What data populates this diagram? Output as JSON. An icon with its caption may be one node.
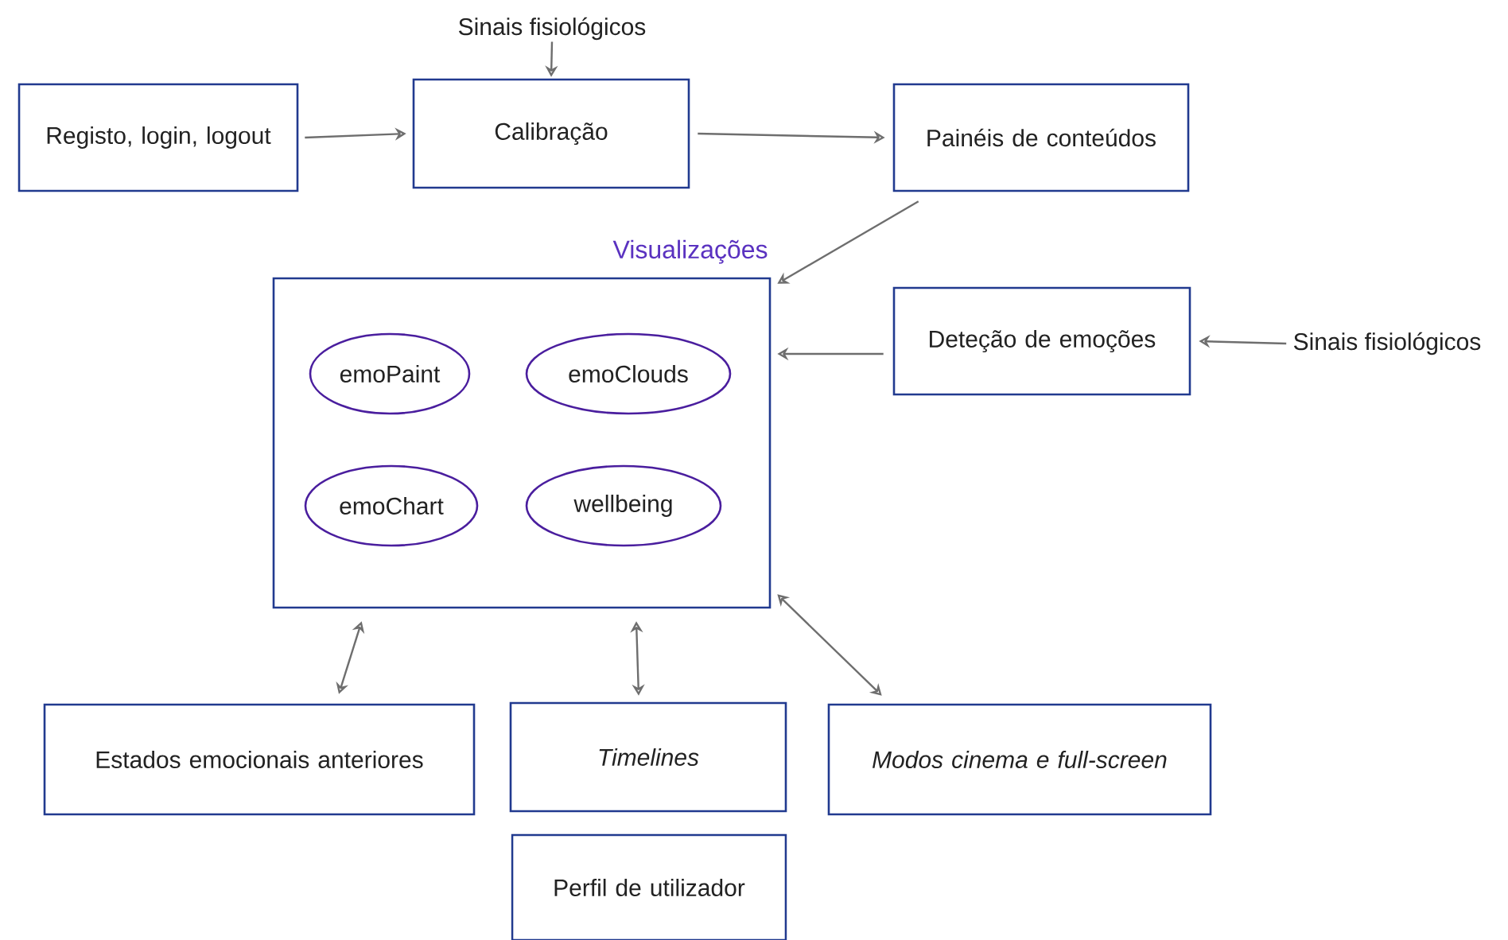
{
  "diagram": {
    "nodes": [
      {
        "text": [
          "Registo, login, logout"
        ]
      },
      {
        "text": [
          "Calibração"
        ]
      },
      {
        "text": [
          "Painéis de conteúdos"
        ]
      },
      {
        "text": [
          "Visualizações"
        ]
      },
      {
        "text": [
          "emoPaint"
        ],
        "in": 3
      },
      {
        "text": [
          "emoClouds"
        ],
        "in": 3
      },
      {
        "text": [
          "emoChart"
        ],
        "in": 3
      },
      {
        "text": [
          "wellbeing"
        ],
        "in": 3
      },
      {
        "text": [
          "Deteção de emoções"
        ]
      },
      {
        "text": [
          "Sinais fisiológicos"
        ]
      },
      {
        "text": [
          "Sinais fisiológicos"
        ]
      },
      {
        "text": [
          "Estados emocionais anteriores"
        ]
      },
      {
        "text": [
          "Timelines"
        ]
      },
      {
        "text": [
          "Modos cinema e full-screen"
        ]
      },
      {
        "text": [
          "Perfil de utilizador"
        ]
      }
    ],
    "edges": [
      {
        "from": 9,
        "to": 1,
        "arrow": "to"
      },
      {
        "from": 0,
        "to": 1,
        "arrow": "to"
      },
      {
        "from": 1,
        "to": 2,
        "arrow": "to"
      },
      {
        "from": 2,
        "to": 3,
        "arrow": "to"
      },
      {
        "from": 8,
        "to": 3,
        "arrow": "to"
      },
      {
        "from": 10,
        "to": 8,
        "arrow": "to"
      },
      {
        "from": 11,
        "to": 3,
        "arrow": "both"
      },
      {
        "from": 12,
        "to": 3,
        "arrow": "both"
      },
      {
        "from": 13,
        "to": 3,
        "arrow": "both"
      }
    ]
  }
}
